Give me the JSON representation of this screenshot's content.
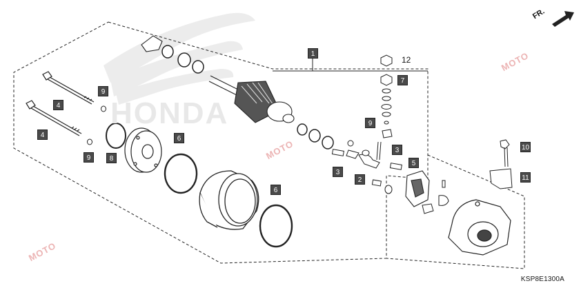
{
  "brand_text": "HONDA",
  "watermark_text": "MOTO",
  "direction_label": "FR.",
  "diagram_code": "KSP8E1300A",
  "callouts": {
    "c1": "1",
    "c2": "2",
    "c3a": "3",
    "c3b": "3",
    "c4a": "4",
    "c4b": "4",
    "c5": "5",
    "c6a": "6",
    "c6b": "6",
    "c7": "7",
    "c8": "8",
    "c9a": "9",
    "c9b": "9",
    "c9c": "9",
    "c10": "10",
    "c11": "11",
    "c12": "12"
  },
  "colors": {
    "callout_bg": "#4a4a4a",
    "line": "#222222",
    "watermark": "#e9a7a7"
  }
}
